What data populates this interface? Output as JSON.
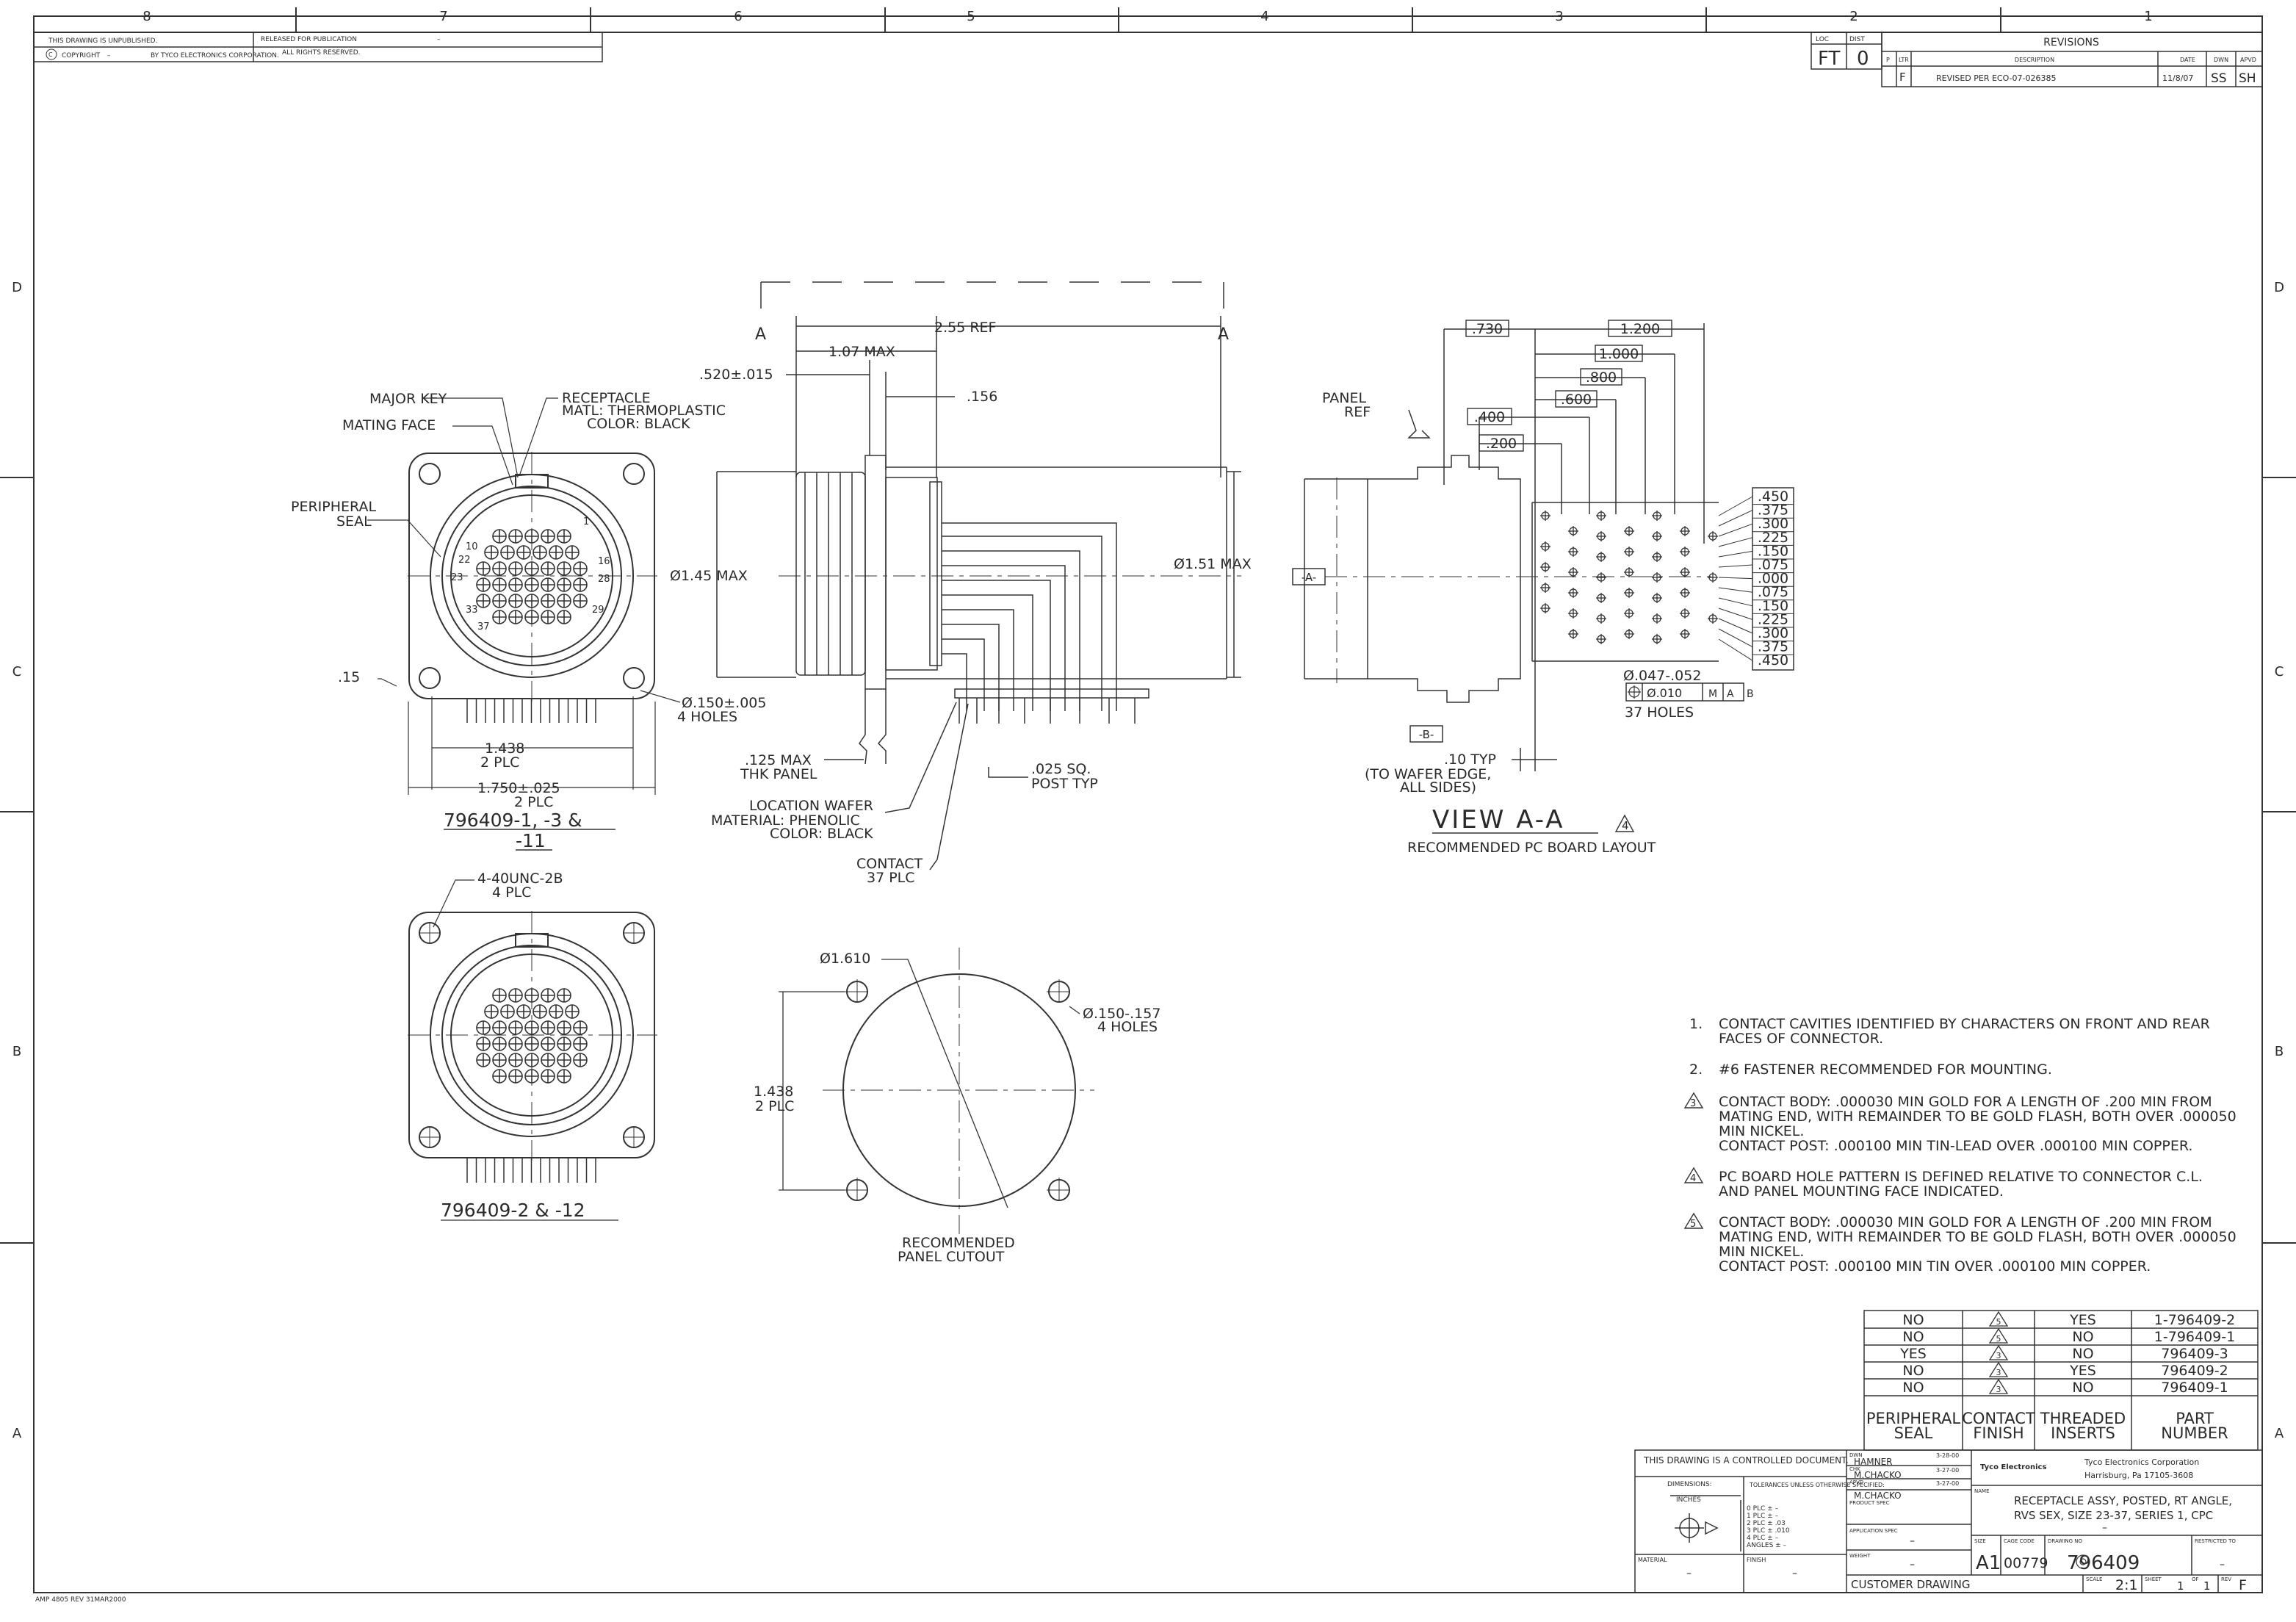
{
  "zone_numbers": [
    "8",
    "7",
    "6",
    "5",
    "4",
    "3",
    "2",
    "1"
  ],
  "zone_letters": [
    "D",
    "C",
    "B",
    "A"
  ],
  "top_block": {
    "unpublished": "THIS DRAWING IS UNPUBLISHED.",
    "released": "RELEASED FOR PUBLICATION",
    "copyright": "COPYRIGHT",
    "dash": "–",
    "by": "BY TYCO ELECTRONICS CORPORATION.",
    "rights": "ALL RIGHTS RESERVED."
  },
  "loc_dist": {
    "loc_label": "LOC",
    "dist_label": "DIST",
    "loc": "FT",
    "dist": "0"
  },
  "revisions": {
    "title": "REVISIONS",
    "headers": [
      "P",
      "LTR",
      "DESCRIPTION",
      "DATE",
      "DWN",
      "APVD"
    ],
    "row": {
      "ltr": "F",
      "desc": "REVISED PER ECO-07-026385",
      "date": "11/8/07",
      "dwn": "SS",
      "apvd": "SH"
    }
  },
  "front_view": {
    "major_key": "MAJOR KEY",
    "mating_face": "MATING FACE",
    "receptacle": "RECEPTACLE",
    "matl": "MATL: THERMOPLASTIC",
    "color": "COLOR: BLACK",
    "peripheral": "PERIPHERAL",
    "seal": "SEAL",
    "dim_15": ".15",
    "hole_dim": "Ø.150±.005",
    "holes": "4 HOLES",
    "dim_1438": "1.438",
    "plc2": "2 PLC",
    "dim_1750": "1.750±.025",
    "plc2b": "2 PLC",
    "caption1": "796409-1, -3 &",
    "caption2": "-11",
    "pins": [
      "1",
      "10",
      "16",
      "22",
      "23",
      "28",
      "29",
      "33",
      "37"
    ]
  },
  "side_view": {
    "a_left": "A",
    "a_right": "A",
    "ref": "2.55 REF",
    "max107": "1.07 MAX",
    "dim520": ".520±.015",
    "dim156": ".156",
    "dia145": "Ø1.45 MAX",
    "dia151": "Ø1.51 MAX",
    "max125": ".125 MAX",
    "thk": "THK PANEL",
    "sq025": ".025 SQ.",
    "post": "POST TYP",
    "loc_wafer": "LOCATION WAFER",
    "material": "MATERIAL: PHENOLIC",
    "color": "COLOR: BLACK",
    "contact": "CONTACT",
    "plc37": "37 PLC"
  },
  "view_aa": {
    "panel": "PANEL",
    "ref": "REF",
    "d730": ".730",
    "d1200": "1.200",
    "d1000": "1.000",
    "d800": ".800",
    "d600": ".600",
    "d400": ".400",
    "d200": ".200",
    "right_dims": [
      ".450",
      ".375",
      ".300",
      ".225",
      ".150",
      ".075",
      ".000",
      ".075",
      ".150",
      ".225",
      ".300",
      ".375",
      ".450"
    ],
    "datum_a": "-A-",
    "datum_b": "-B-",
    "hole_dia": "Ø.047-.052",
    "fcf": "Ø.010",
    "fcf_m": "M",
    "fcf_a": "A",
    "fcf_b": "B",
    "holes37": "37 HOLES",
    "typ": ".10 TYP",
    "wafer_edge": "(TO WAFER EDGE,",
    "all_sides": "ALL SIDES)",
    "title": "VIEW A-A",
    "flag": "4",
    "subtitle": "RECOMMENDED PC BOARD LAYOUT"
  },
  "bottom_view": {
    "thread": "4-40UNC-2B",
    "plc4": "4 PLC",
    "caption": "796409-2 & -12"
  },
  "cutout": {
    "dia": "Ø1.610",
    "hole": "Ø.150-.157",
    "holes": "4 HOLES",
    "dim": "1.438",
    "plc": "2 PLC",
    "title1": "RECOMMENDED",
    "title2": "PANEL CUTOUT"
  },
  "notes": [
    {
      "num": "1.",
      "flag": false,
      "lines": [
        "CONTACT CAVITIES IDENTIFIED BY CHARACTERS ON FRONT AND REAR",
        "FACES OF CONNECTOR."
      ]
    },
    {
      "num": "2.",
      "flag": false,
      "lines": [
        "#6 FASTENER RECOMMENDED FOR MOUNTING."
      ]
    },
    {
      "num": "3",
      "flag": true,
      "lines": [
        "CONTACT BODY: .000030 MIN GOLD FOR A LENGTH OF .200 MIN FROM",
        "MATING END, WITH REMAINDER TO BE GOLD FLASH, BOTH OVER .000050",
        "MIN NICKEL.",
        "CONTACT POST: .000100 MIN TIN-LEAD OVER .000100 MIN COPPER."
      ]
    },
    {
      "num": "4",
      "flag": true,
      "lines": [
        "PC BOARD HOLE PATTERN IS DEFINED RELATIVE TO CONNECTOR C.L.",
        "AND PANEL MOUNTING FACE INDICATED."
      ]
    },
    {
      "num": "5",
      "flag": true,
      "lines": [
        "CONTACT BODY: .000030 MIN GOLD FOR A LENGTH OF .200 MIN FROM",
        "MATING END, WITH REMAINDER TO BE GOLD FLASH, BOTH OVER .000050",
        "MIN NICKEL.",
        "CONTACT POST: .000100 MIN TIN OVER .000100 MIN COPPER."
      ]
    }
  ],
  "part_table": {
    "rows": [
      {
        "seal": "NO",
        "finish": "5",
        "inserts": "YES",
        "part": "1-796409-2"
      },
      {
        "seal": "NO",
        "finish": "5",
        "inserts": "NO",
        "part": "1-796409-1"
      },
      {
        "seal": "YES",
        "finish": "3",
        "inserts": "NO",
        "part": "796409-3"
      },
      {
        "seal": "NO",
        "finish": "3",
        "inserts": "YES",
        "part": "796409-2"
      },
      {
        "seal": "NO",
        "finish": "3",
        "inserts": "NO",
        "part": "796409-1"
      }
    ],
    "headers": {
      "seal1": "PERIPHERAL",
      "seal2": "SEAL",
      "finish1": "CONTACT",
      "finish2": "FINISH",
      "inserts1": "THREADED",
      "inserts2": "INSERTS",
      "part1": "PART",
      "part2": "NUMBER"
    }
  },
  "title_block": {
    "controlled": "THIS DRAWING IS A CONTROLLED DOCUMENT.",
    "dimensions": "DIMENSIONS:",
    "inches": "INCHES",
    "tolerances": "TOLERANCES UNLESS OTHERWISE SPECIFIED:",
    "tol_rows": [
      "0 PLC  ±  –",
      "1 PLC  ±  –",
      "2 PLC  ±  .03",
      "3 PLC  ±  .010",
      "4 PLC  ±  –",
      "ANGLES  ±  –"
    ],
    "material": "MATERIAL",
    "finish": "FINISH",
    "dash": "–",
    "dwn_label": "DWN",
    "dwn": "HAMNER",
    "dwn_date": "3-28-00",
    "chk_label": "CHK",
    "chk": "M.CHACKO",
    "chk_date": "3-27-00",
    "apvd_label": "APVD",
    "apvd": "M.CHACKO",
    "apvd_date": "3-27-00",
    "product_spec": "PRODUCT SPEC",
    "application_spec": "APPLICATION SPEC",
    "weight": "WEIGHT",
    "company_logo": "Tyco Electronics",
    "company": "Tyco Electronics Corporation",
    "city": "Harrisburg, Pa 17105-3608",
    "name_label": "NAME",
    "name1": "RECEPTACLE ASSY, POSTED, RT ANGLE,",
    "name2": "RVS SEX, SIZE 23-37, SERIES 1, CPC",
    "size_label": "SIZE",
    "size": "A1",
    "cage_label": "CAGE CODE",
    "cage": "00779",
    "dwg_label": "DRAWING NO",
    "dwg": "796409",
    "restricted_label": "RESTRICTED TO",
    "restricted": "–",
    "customer": "CUSTOMER DRAWING",
    "scale_label": "SCALE",
    "scale": "2:1",
    "sheet_label": "SHEET",
    "sheet": "1",
    "of": "OF",
    "sheets": "1",
    "rev_label": "REV",
    "rev": "F"
  },
  "form_number": "AMP 4805 REV 31MAR2000"
}
